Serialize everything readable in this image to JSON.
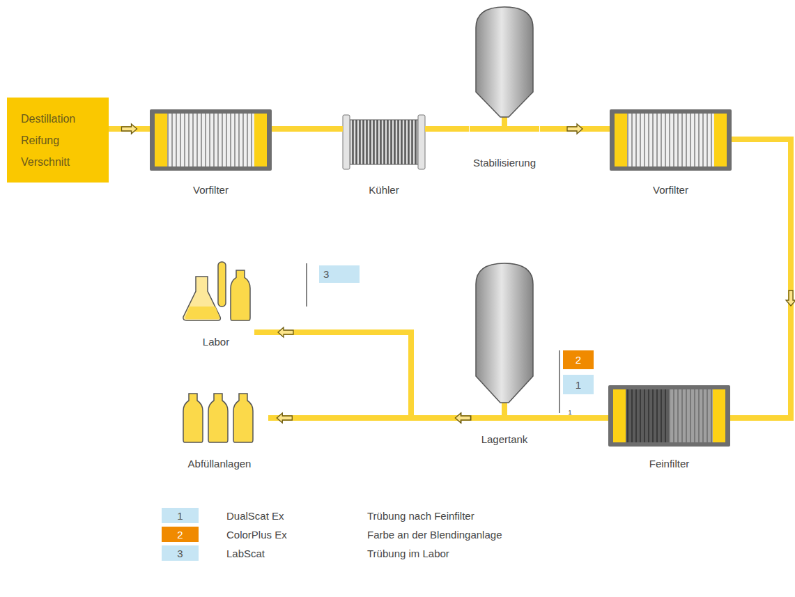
{
  "diagram": {
    "nodes": [
      {
        "text": [
          "Destillation Reifung Verschnitt"
        ]
      },
      {
        "text": [
          "Vorfilter"
        ]
      },
      {
        "text": [
          "Kühler"
        ]
      },
      {
        "text": [
          "Stabilisierung"
        ]
      },
      {
        "text": [
          "Vorfilter"
        ]
      },
      {
        "text": [
          "Feinfilter"
        ]
      },
      {
        "text": [
          "Lagertank"
        ]
      },
      {
        "text": [
          "Labor"
        ]
      },
      {
        "text": [
          "Abfüllanlagen"
        ]
      }
    ],
    "edges": [
      {
        "from": 0,
        "to": 1,
        "arrow": "to"
      },
      {
        "from": 1,
        "to": 2,
        "arrow": "none"
      },
      {
        "from": 2,
        "to": 3,
        "arrow": "none"
      },
      {
        "from": 3,
        "to": 4,
        "arrow": "to"
      },
      {
        "from": 4,
        "to": 5,
        "arrow": "to"
      },
      {
        "from": 5,
        "to": 6,
        "arrow": "none"
      },
      {
        "from": 6,
        "to": 7,
        "arrow": "to"
      },
      {
        "from": 6,
        "to": 8,
        "arrow": "to"
      }
    ],
    "labels": [
      "3",
      "2",
      "1",
      "1",
      "1",
      "2",
      "3",
      "Trübung nach Feinfilter",
      "Farbe an der Blendinganlage",
      "Trübung im Labor"
    ],
    "legend": [
      {
        "text": "DualScat Ex",
        "color": "#c6e5f4"
      },
      {
        "text": "ColorPlus Ex",
        "color": "#f08a00"
      },
      {
        "text": "LabScat",
        "color": "#c6e5f4"
      }
    ]
  }
}
